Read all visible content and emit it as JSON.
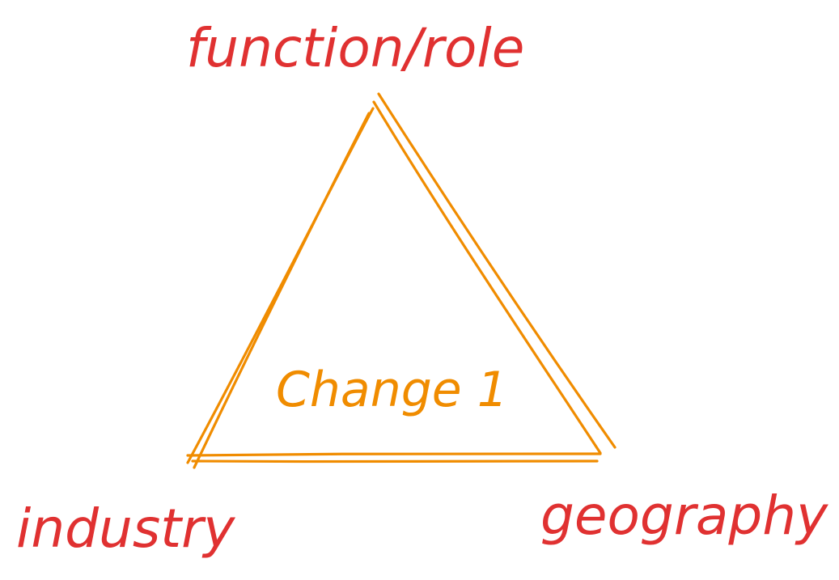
{
  "labels": {
    "top": "function/role",
    "left": "industry",
    "right": "geography",
    "center": "Change 1"
  },
  "colors": {
    "label": "#e03131",
    "triangle": "#f08c00",
    "background": "#ffffff"
  }
}
